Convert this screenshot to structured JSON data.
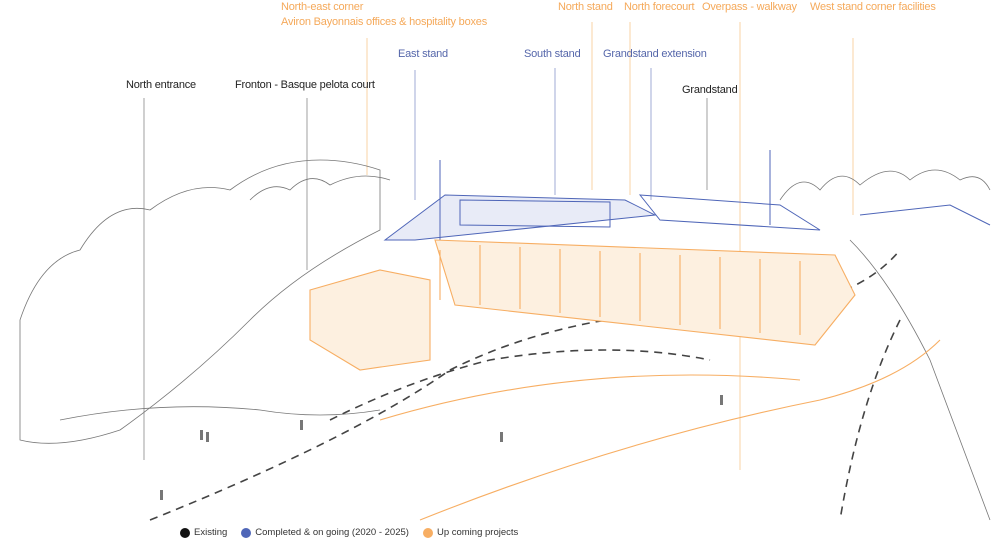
{
  "labels": {
    "northeast_corner": "North-east corner",
    "aviron_offices": "Aviron Bayonnais offices & hospitality boxes",
    "north_stand": "North stand",
    "north_forecourt": "North forecourt",
    "overpass": "Overpass - walkway",
    "west_stand": "West stand corner facilities",
    "east_stand": "East stand",
    "south_stand": "South stand",
    "grandstand_extension": "Grandstand extension",
    "north_entrance": "North entrance",
    "fronton": "Fronton - Basque pelota court",
    "grandstand": "Grandstand"
  },
  "legend": [
    {
      "label": "Existing",
      "color": "#111111"
    },
    {
      "label": "Completed & on going (2020 - 2025)",
      "color": "#4f66b8"
    },
    {
      "label": "Up coming projects",
      "color": "#f7ae63"
    }
  ],
  "colors": {
    "existing": "#111111",
    "completed": "#4f66b8",
    "upcoming": "#f7ae63"
  }
}
